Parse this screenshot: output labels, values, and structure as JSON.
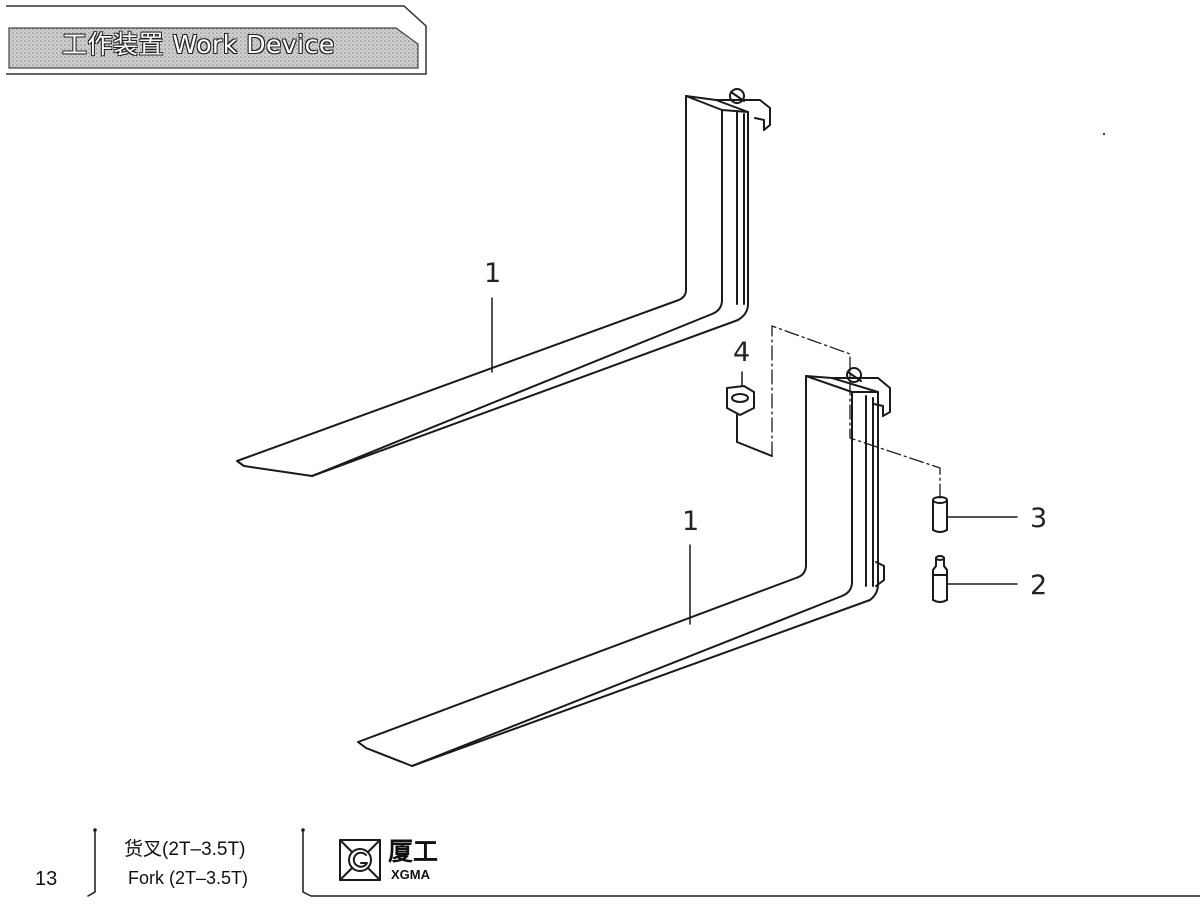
{
  "header": {
    "section_title": "工作装置 Work Device"
  },
  "callouts": {
    "fork_upper": "1",
    "fork_lower": "1",
    "washer": "4",
    "sleeve": "3",
    "pin": "2"
  },
  "footer": {
    "page_number": "13",
    "title_zh": "货叉(2T–3.5T)",
    "title_en": "Fork (2T–3.5T)",
    "brand_zh": "厦工",
    "brand_en": "XGMA"
  }
}
